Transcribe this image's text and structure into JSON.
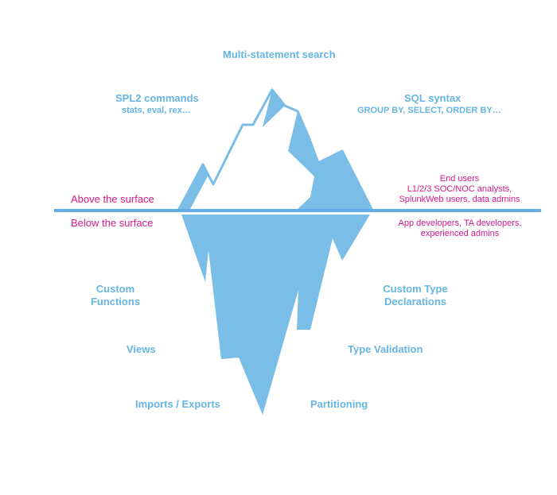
{
  "top": {
    "multi_statement": "Multi-statement search",
    "spl2_title": "SPL2 commands",
    "spl2_sub": "stats, eval, rex…",
    "sql_title": "SQL syntax",
    "sql_sub": "GROUP BY, SELECT, ORDER BY…"
  },
  "surface": {
    "above_label": "Above the surface",
    "below_label": "Below the surface",
    "above_audience": [
      "End users",
      "L1/2/3 SOC/NOC analysts,",
      "SplunkWeb users, data admins"
    ],
    "below_audience": [
      "App developers, TA developers,",
      "experienced admins"
    ]
  },
  "bottom": {
    "custom_functions": [
      "Custom",
      "Functions"
    ],
    "custom_types": [
      "Custom Type",
      "Declarations"
    ],
    "views": "Views",
    "type_validation": "Type Validation",
    "imports_exports": "Imports / Exports",
    "partitioning": "Partitioning"
  },
  "colors": {
    "ice": "#7abde6",
    "waterline": "#62aeea",
    "label_blue": "#66b5e3",
    "label_pink": "#d6198a"
  }
}
